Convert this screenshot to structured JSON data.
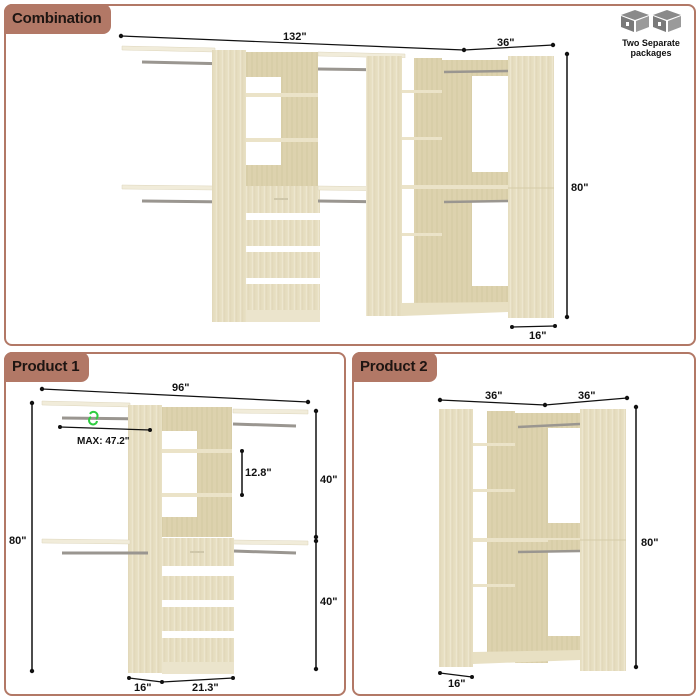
{
  "panels": {
    "combination": {
      "title": "Combination"
    },
    "product1": {
      "title": "Product 1"
    },
    "product2": {
      "title": "Product 2"
    }
  },
  "package_badge": {
    "icon": "boxes-icon",
    "line1": "Two Separate",
    "line2": "packages"
  },
  "combination_dims": {
    "width_total": "132\"",
    "corner_width": "36\"",
    "height": "80\"",
    "depth": "16\""
  },
  "product1_dims": {
    "width": "96\"",
    "rod_max": "MAX: 47.2\"",
    "shelf_spacing": "12.8\"",
    "upper_height": "40\"",
    "lower_height": "40\"",
    "total_height": "80\"",
    "depth": "16\"",
    "tower_width": "21.3\""
  },
  "product2_dims": {
    "left_width": "36\"",
    "right_width": "36\"",
    "height": "80\"",
    "depth": "16\""
  },
  "colors": {
    "accent": "#b27866",
    "wood_light": "#ece5cc",
    "wood_mid": "#ddd3b0",
    "wood_dark": "#c8bc95",
    "rod": "#9a9690",
    "dim_line": "#111111",
    "adjust_icon": "#2ecc40"
  }
}
